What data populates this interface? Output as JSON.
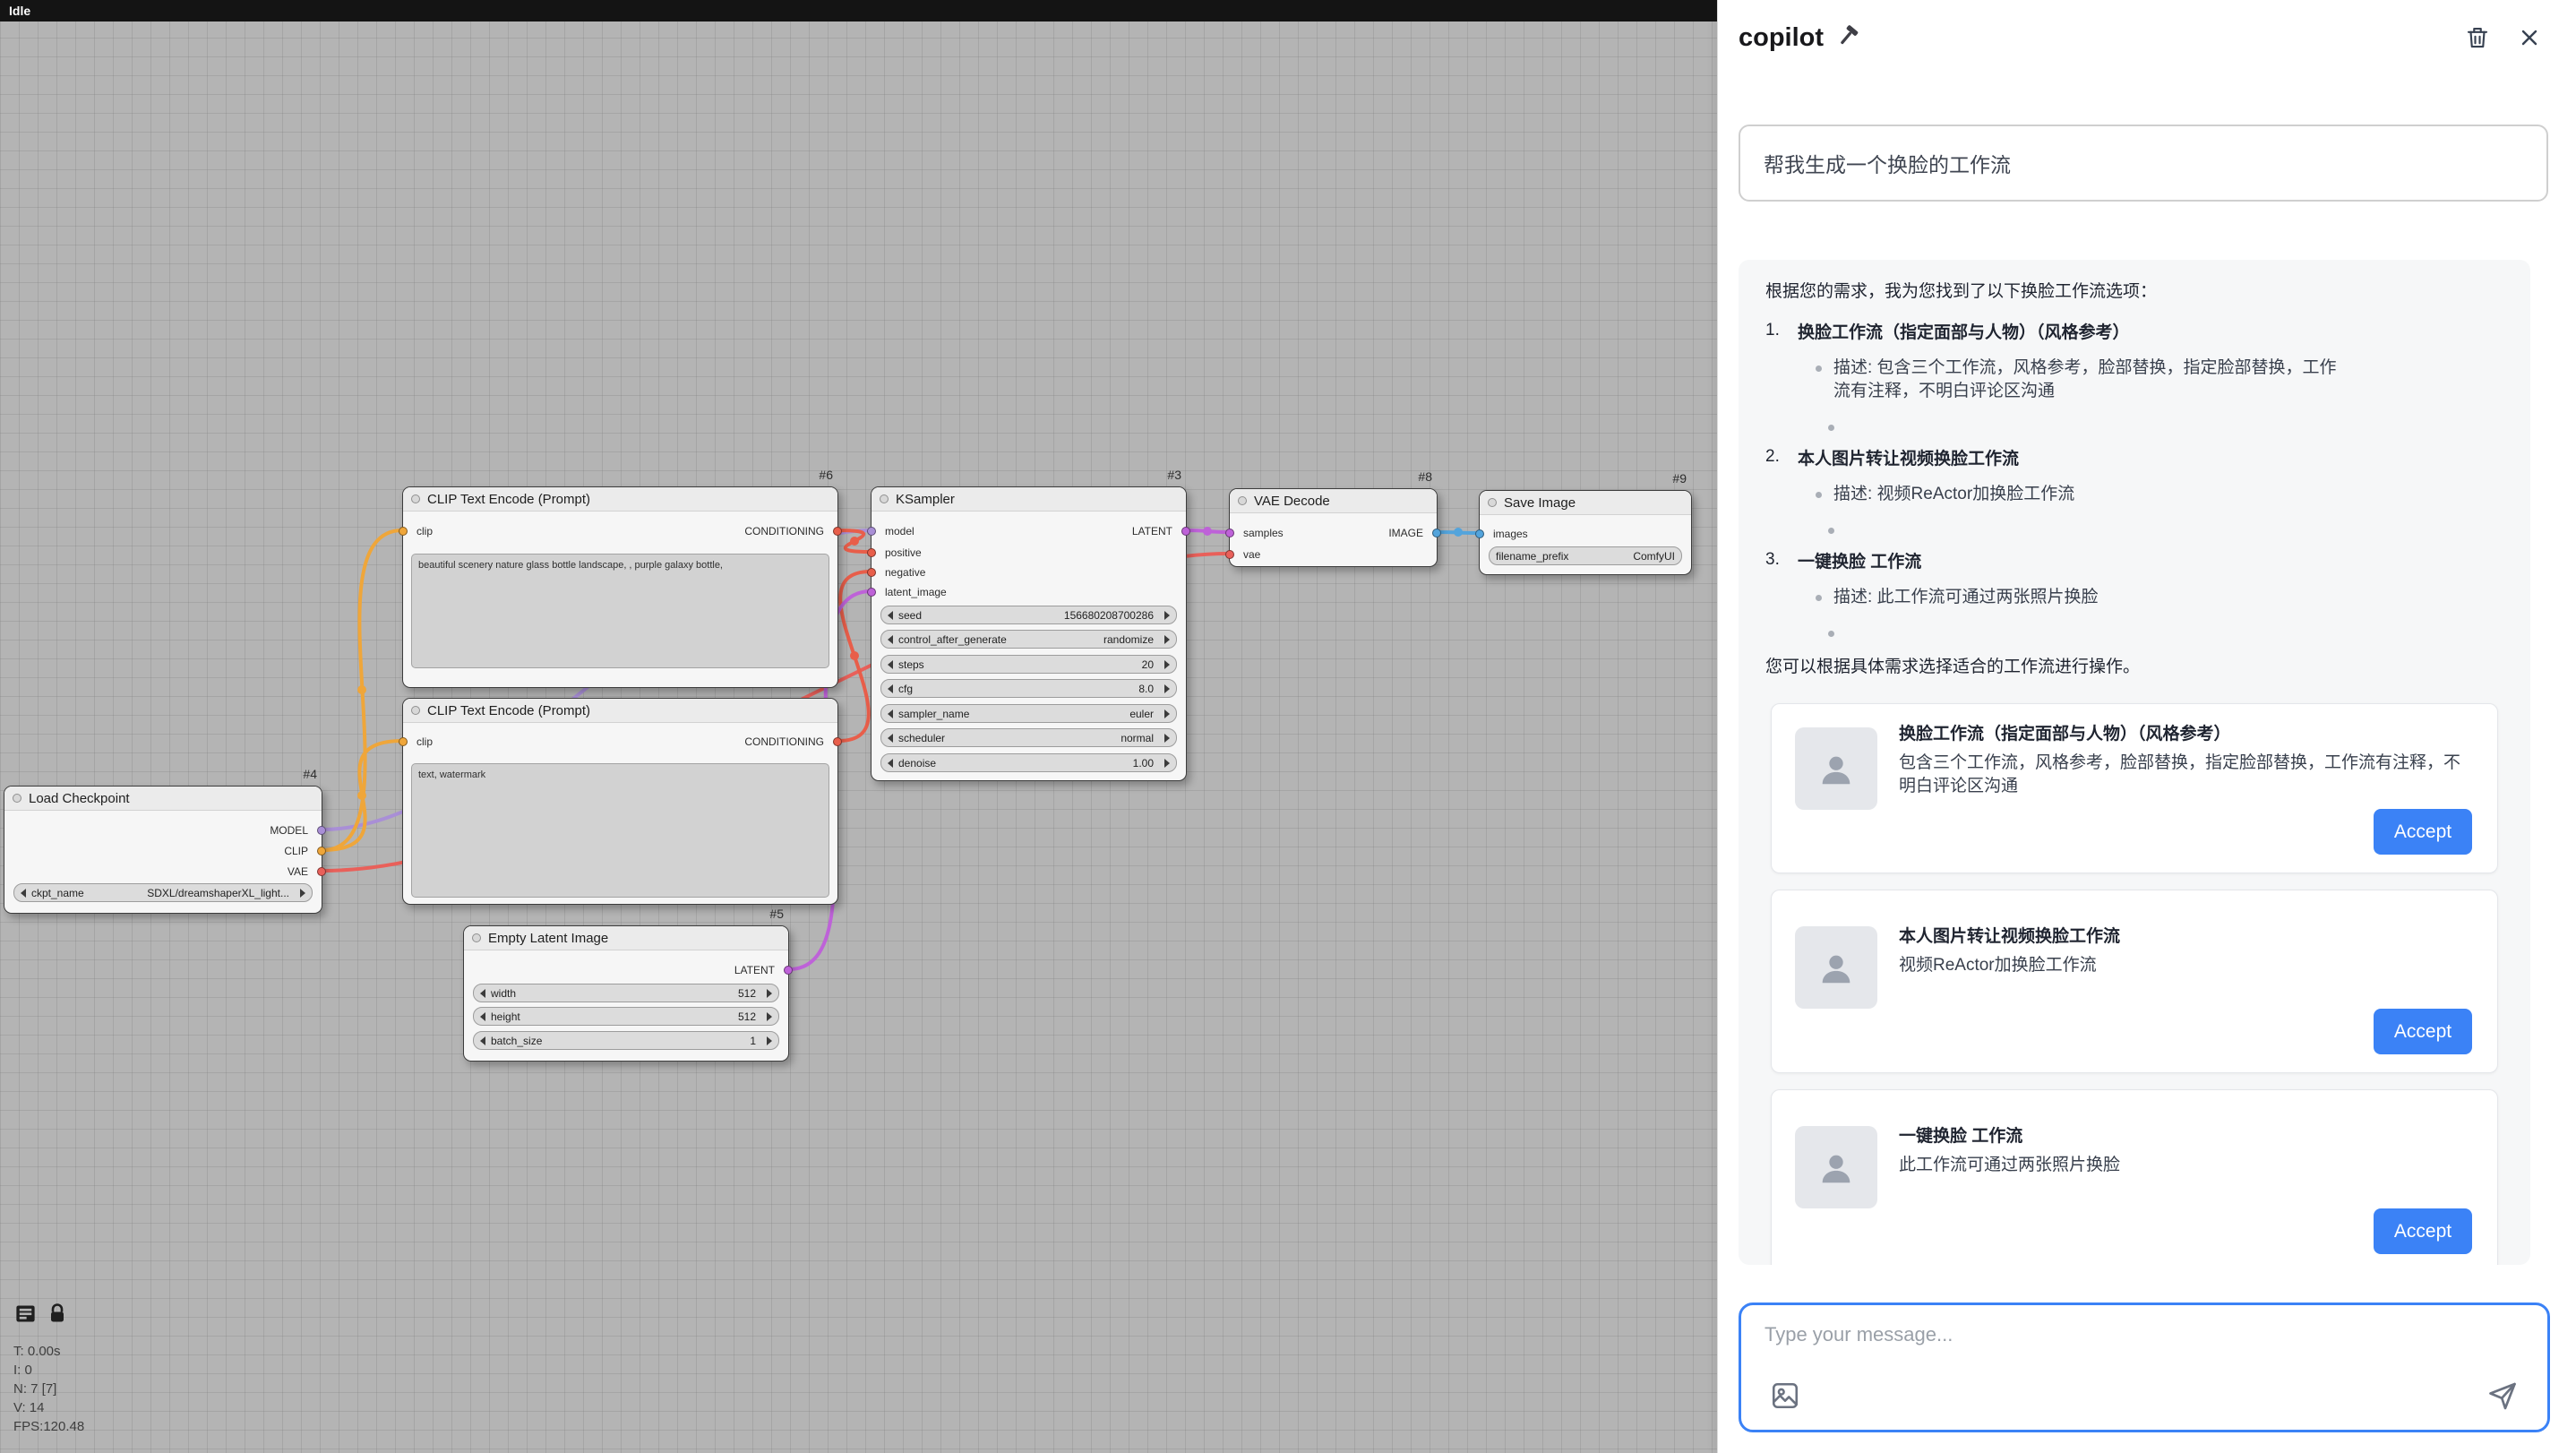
{
  "statusbar": {
    "label": "Idle"
  },
  "colors": {
    "accent": "#3B82F6",
    "slot_model": "#A98FD6",
    "slot_clip": "#EFA63A",
    "slot_conditioning": "#E85E4A",
    "slot_latent": "#BE62D8",
    "slot_vae": "#E9605A",
    "slot_image": "#53A4DC"
  },
  "canvas": {
    "stats": [
      "T: 0.00s",
      "I: 0",
      "N: 7 [7]",
      "V: 14",
      "FPS:120.48"
    ],
    "nodes": [
      {
        "id": "#4",
        "title": "Load Checkpoint",
        "outputs": [
          {
            "label": "MODEL"
          },
          {
            "label": "CLIP"
          },
          {
            "label": "VAE"
          }
        ],
        "widgets": [
          {
            "name": "ckpt_name",
            "value": "SDXL/dreamshaperXL_light..."
          }
        ]
      },
      {
        "id": "#6",
        "title": "CLIP Text Encode (Prompt)",
        "inputs": [
          {
            "label": "clip"
          }
        ],
        "outputs": [
          {
            "label": "CONDITIONING"
          }
        ],
        "text": "beautiful scenery nature glass bottle landscape, , purple galaxy bottle,"
      },
      {
        "id": "",
        "title": "CLIP Text Encode (Prompt)",
        "inputs": [
          {
            "label": "clip"
          }
        ],
        "outputs": [
          {
            "label": "CONDITIONING"
          }
        ],
        "text": "text, watermark"
      },
      {
        "id": "#3",
        "title": "KSampler",
        "inputs": [
          {
            "label": "model"
          },
          {
            "label": "positive"
          },
          {
            "label": "negative"
          },
          {
            "label": "latent_image"
          }
        ],
        "outputs": [
          {
            "label": "LATENT"
          }
        ],
        "widgets": [
          {
            "name": "seed",
            "value": "156680208700286"
          },
          {
            "name": "control_after_generate",
            "value": "randomize"
          },
          {
            "name": "steps",
            "value": "20"
          },
          {
            "name": "cfg",
            "value": "8.0"
          },
          {
            "name": "sampler_name",
            "value": "euler"
          },
          {
            "name": "scheduler",
            "value": "normal"
          },
          {
            "name": "denoise",
            "value": "1.00"
          }
        ]
      },
      {
        "id": "#8",
        "title": "VAE Decode",
        "inputs": [
          {
            "label": "samples"
          },
          {
            "label": "vae"
          }
        ],
        "outputs": [
          {
            "label": "IMAGE"
          }
        ]
      },
      {
        "id": "#9",
        "title": "Save Image",
        "inputs": [
          {
            "label": "images"
          }
        ],
        "widgets": [
          {
            "name": "filename_prefix",
            "value": "ComfyUI"
          }
        ]
      },
      {
        "id": "#5",
        "title": "Empty Latent Image",
        "outputs": [
          {
            "label": "LATENT"
          }
        ],
        "widgets": [
          {
            "name": "width",
            "value": "512"
          },
          {
            "name": "height",
            "value": "512"
          },
          {
            "name": "batch_size",
            "value": "1"
          }
        ]
      }
    ]
  },
  "copilot": {
    "title": "copilot",
    "user_message": "帮我生成一个换脸的工作流",
    "response": {
      "intro": "根据您的需求，我为您找到了以下换脸工作流选项：",
      "items": [
        {
          "num": "1.",
          "title": "换脸工作流（指定面部与人物）（风格参考）",
          "desc": "描述: 包含三个工作流，风格参考，脸部替换，指定脸部替换，工作流有注释，不明白评论区沟通"
        },
        {
          "num": "2.",
          "title": "本人图片转让视频换脸工作流",
          "desc": "描述: 视频ReActor加换脸工作流"
        },
        {
          "num": "3.",
          "title": "一键换脸 工作流",
          "desc": "描述: 此工作流可通过两张照片换脸"
        }
      ],
      "outro": "您可以根据具体需求选择适合的工作流进行操作。"
    },
    "cards": [
      {
        "title": "换脸工作流（指定面部与人物）（风格参考）",
        "desc": "包含三个工作流，风格参考，脸部替换，指定脸部替换，工作流有注释，不明白评论区沟通",
        "action": "Accept"
      },
      {
        "title": "本人图片转让视频换脸工作流",
        "desc": "视频ReActor加换脸工作流",
        "action": "Accept"
      },
      {
        "title": "一键换脸 工作流",
        "desc": "此工作流可通过两张照片换脸",
        "action": "Accept"
      }
    ],
    "input": {
      "placeholder": "Type your message..."
    }
  }
}
